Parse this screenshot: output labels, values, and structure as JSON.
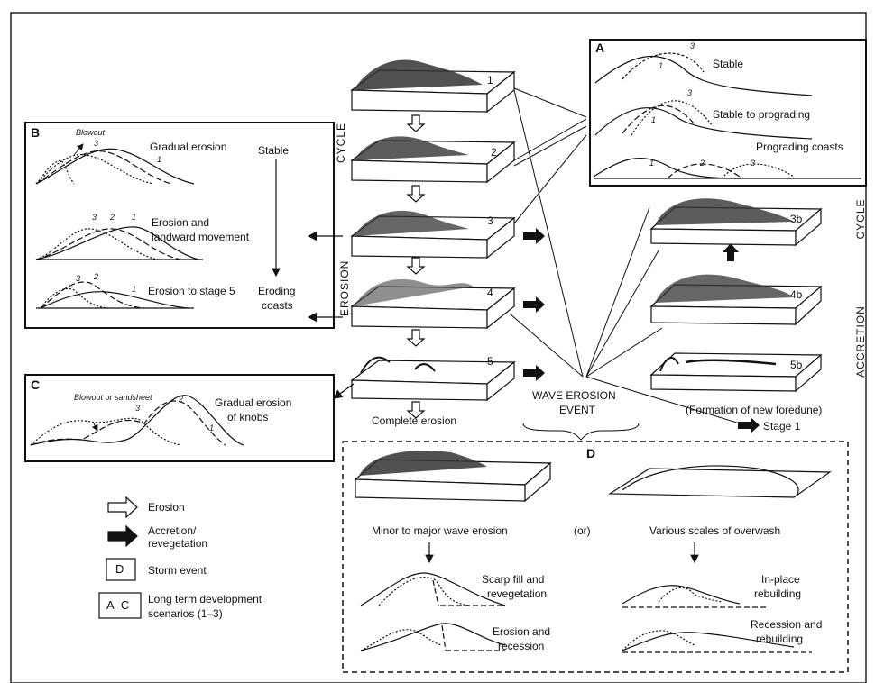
{
  "panel_a": {
    "letter": "A",
    "rows": [
      {
        "label": "Stable",
        "nums": [
          "3",
          "1"
        ]
      },
      {
        "label": "Stable to prograding",
        "nums": [
          "3",
          "1"
        ]
      },
      {
        "label": "Prograding coasts",
        "nums": [
          "1",
          "2",
          "3"
        ]
      }
    ]
  },
  "panel_b": {
    "letter": "B",
    "blowout": "Blowout",
    "rows": [
      {
        "label": "Gradual erosion",
        "nums": [
          "3",
          "1"
        ]
      },
      {
        "label_line1": "Erosion and",
        "label_line2": "landward movement",
        "nums": [
          "3",
          "2",
          "1"
        ]
      },
      {
        "label": "Erosion to stage 5",
        "nums": [
          "3",
          "2",
          "1"
        ]
      }
    ],
    "side_top": "Stable",
    "side_bottom_1": "Eroding",
    "side_bottom_2": "coasts"
  },
  "panel_c": {
    "letter": "C",
    "blowout": "Blowout or sandsheet",
    "label_line1": "Gradual erosion",
    "label_line2": "of knobs",
    "nums": [
      "3",
      "2",
      "1"
    ]
  },
  "cycle_left": "CYCLE",
  "erosion_left": "EROSION",
  "blocks": [
    "1",
    "2",
    "3",
    "4",
    "5"
  ],
  "complete_erosion": "Complete erosion",
  "wave_event_1": "WAVE EROSION",
  "wave_event_2": "EVENT",
  "accretion_blocks": [
    "3b",
    "4b",
    "5b"
  ],
  "cycle_right": "CYCLE",
  "accretion_right": "ACCRETION",
  "new_foredune": "(Formation of new foredune)",
  "stage1": "Stage 1",
  "legend": {
    "erosion": "Erosion",
    "accretion_1": "Accretion/",
    "accretion_2": "revegetation",
    "storm_key": "D",
    "storm": "Storm event",
    "long_key": "A–C",
    "long_1": "Long term development",
    "long_2": "scenarios (1–3)"
  },
  "panel_d": {
    "letter": "D",
    "minor_major": "Minor to major wave erosion",
    "or": "(or)",
    "overwash": "Various scales of overwash",
    "scarp_1": "Scarp fill and",
    "scarp_2": "revegetation",
    "er_rec_1": "Erosion and",
    "er_rec_2": "recession",
    "inplace_1": "In-place",
    "inplace_2": "rebuilding",
    "recess_1": "Recession and",
    "recess_2": "rebuilding"
  }
}
